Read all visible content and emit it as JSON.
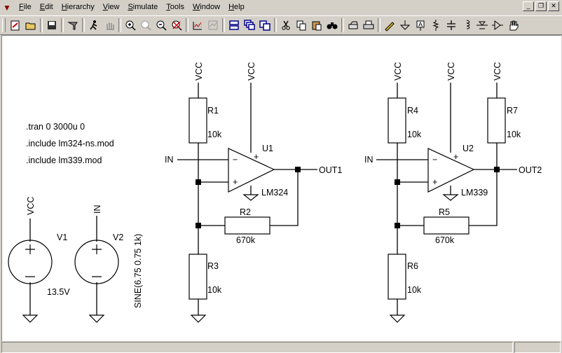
{
  "menu": [
    "File",
    "Edit",
    "Hierarchy",
    "View",
    "Simulate",
    "Tools",
    "Window",
    "Help"
  ],
  "window_controls": [
    "minimize",
    "restore",
    "close"
  ],
  "toolbar_icons": [
    "new-schematic",
    "open",
    "save",
    "control-panel",
    "run",
    "halt",
    "zoom-in",
    "pan",
    "zoom-out",
    "zoom-full",
    "autoscale",
    "plot-settings",
    "tile-horizontal",
    "cascade",
    "tile-vertical",
    "cut",
    "copy",
    "paste",
    "find",
    "undo",
    "print",
    "draw-wire",
    "ground",
    "label-net",
    "resistor",
    "capacitor",
    "inductor",
    "diode",
    "component",
    "move"
  ],
  "schematic": {
    "directives": [
      ".tran 0 3000u 0",
      ".include lm324-ns.mod",
      ".include lm339.mod"
    ],
    "net_vcc": "VCC",
    "net_in": "IN",
    "net_out1": "OUT1",
    "net_out2": "OUT2",
    "components": {
      "R1": {
        "name": "R1",
        "value": "10k"
      },
      "R2": {
        "name": "R2",
        "value": "670k"
      },
      "R3": {
        "name": "R3",
        "value": "10k"
      },
      "R4": {
        "name": "R4",
        "value": "10k"
      },
      "R5": {
        "name": "R5",
        "value": "670k"
      },
      "R6": {
        "name": "R6",
        "value": "10k"
      },
      "R7": {
        "name": "R7",
        "value": "10k"
      },
      "U1": {
        "name": "U1",
        "model": "LM324"
      },
      "U2": {
        "name": "U2",
        "model": "LM339"
      },
      "V1": {
        "name": "V1",
        "value": "13.5V"
      },
      "V2": {
        "name": "V2",
        "value": "SINE(6.75 0.75 1k)"
      }
    },
    "pin_plus": "+",
    "pin_minus": "−"
  }
}
